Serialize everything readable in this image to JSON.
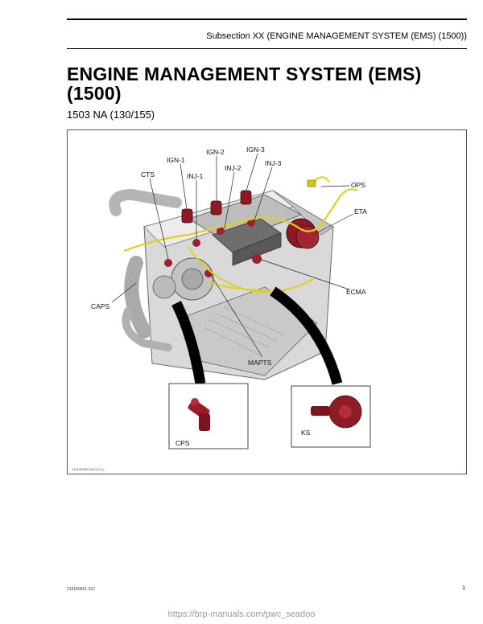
{
  "header": {
    "subsection": "Subsection XX (ENGINE MANAGEMENT SYSTEM (EMS) (1500))"
  },
  "title": "ENGINE MANAGEMENT SYSTEM (EMS) (1500)",
  "model": "1503 NA (130/155)",
  "figure": {
    "callouts": {
      "ign1": "IGN-1",
      "ign2": "IGN-2",
      "ign3": "IGN-3",
      "inj1": "INJ-1",
      "inj2": "INJ-2",
      "inj3": "INJ-3",
      "cts": "CTS",
      "ops": "OPS",
      "eta": "ETA",
      "ecma": "ECMA",
      "caps": "CAPS",
      "mapts": "MAPTS",
      "cps": "CPS",
      "ks": "KS"
    },
    "figure_id": "219100950-015-013_a"
  },
  "footer": {
    "doc_id": "219100961-012",
    "page_number": "1",
    "url": "https://brp-manuals.com/pwc_seadoo"
  }
}
